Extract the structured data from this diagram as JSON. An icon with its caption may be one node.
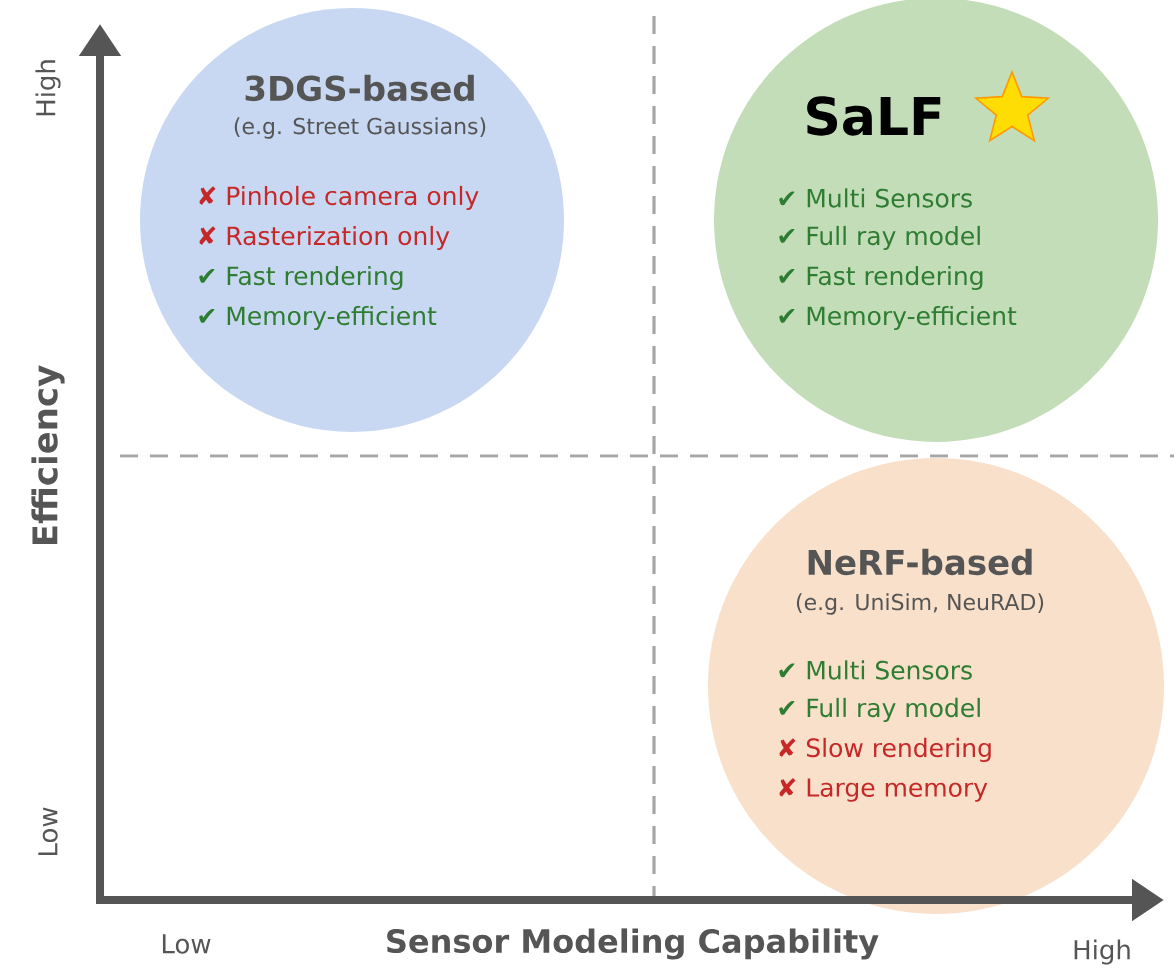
{
  "diagram": {
    "nodes": [
      {
        "text": [
          "3DGS-based",
          "(e.g. Street Gaussians)",
          "✘ Pinhole camera only",
          "✘ Rasterization only",
          "✔ Fast rendering",
          "✔ Memory-efficient"
        ]
      },
      {
        "text": [
          "SaLF",
          "✔ Multi Sensors",
          "✔ Full ray model",
          "✔ Fast rendering",
          "✔ Memory-efficient"
        ]
      },
      {
        "text": [
          "NeRF-based",
          "(e.g. UniSim, NeuRAD)",
          "✔ Multi Sensors",
          "✔ Full ray model",
          "✘ Slow rendering",
          "✘ Large memory"
        ]
      }
    ],
    "edges": [],
    "labels": [
      "High",
      "Efficiency",
      "Low",
      "Low",
      "Sensor Modeling Capability",
      "High"
    ]
  }
}
